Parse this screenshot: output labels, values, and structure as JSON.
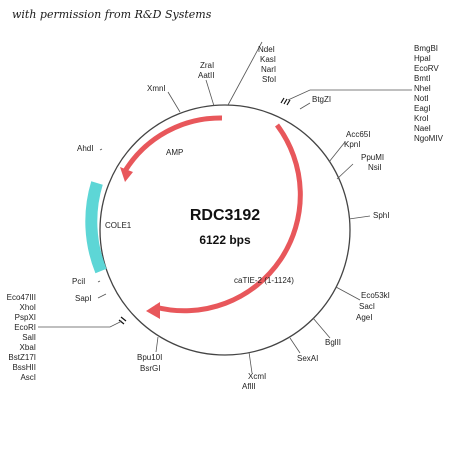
{
  "caption": "with permission from R&D Systems",
  "plasmid": {
    "name": "RDC3192",
    "size": "6122 bps"
  },
  "colors": {
    "amp": "#e8575b",
    "insert": "#e8575b",
    "cole1": "#5dd6d6",
    "backbone": "#444444"
  },
  "features": [
    {
      "id": "amp",
      "label": "AMP"
    },
    {
      "id": "cole1",
      "label": "COLE1"
    },
    {
      "id": "insert",
      "label": "caTIE-2 (1-1124)"
    }
  ],
  "sites": {
    "ndel": "NdeI",
    "kasi": "KasI",
    "nari": "NarI",
    "sfoi": "SfoI",
    "zrai": "ZraI",
    "aatii": "AatII",
    "xmni": "XmnI",
    "btgzi": "BtgZI",
    "mcs_top": [
      "BmgBI",
      "HpaI",
      "EcoRV",
      "BmtI",
      "NheI",
      "NotI",
      "EagI",
      "KroI",
      "NaeI",
      "NgoMIV"
    ],
    "acc65i": "Acc65I",
    "kpni": "KpnI",
    "ppumi": "PpuMI",
    "nsii": "NsiI",
    "sphi": "SphI",
    "eco53ki": "Eco53kI",
    "saci": "SacI",
    "agei": "AgeI",
    "bglii": "BglII",
    "sexai": "SexAI",
    "xcmi": "XcmI",
    "aflii": "AflII",
    "bpu10i": "Bpu10I",
    "bsrgi": "BsrGI",
    "ahdi": "AhdI",
    "pcii": "PciI",
    "sapi": "SapI",
    "mcs_bottom": [
      "Eco47III",
      "XhoI",
      "PspXI",
      "EcoRI",
      "SalI",
      "XbaI",
      "BstZ17I",
      "BssHII",
      "AscI"
    ]
  }
}
